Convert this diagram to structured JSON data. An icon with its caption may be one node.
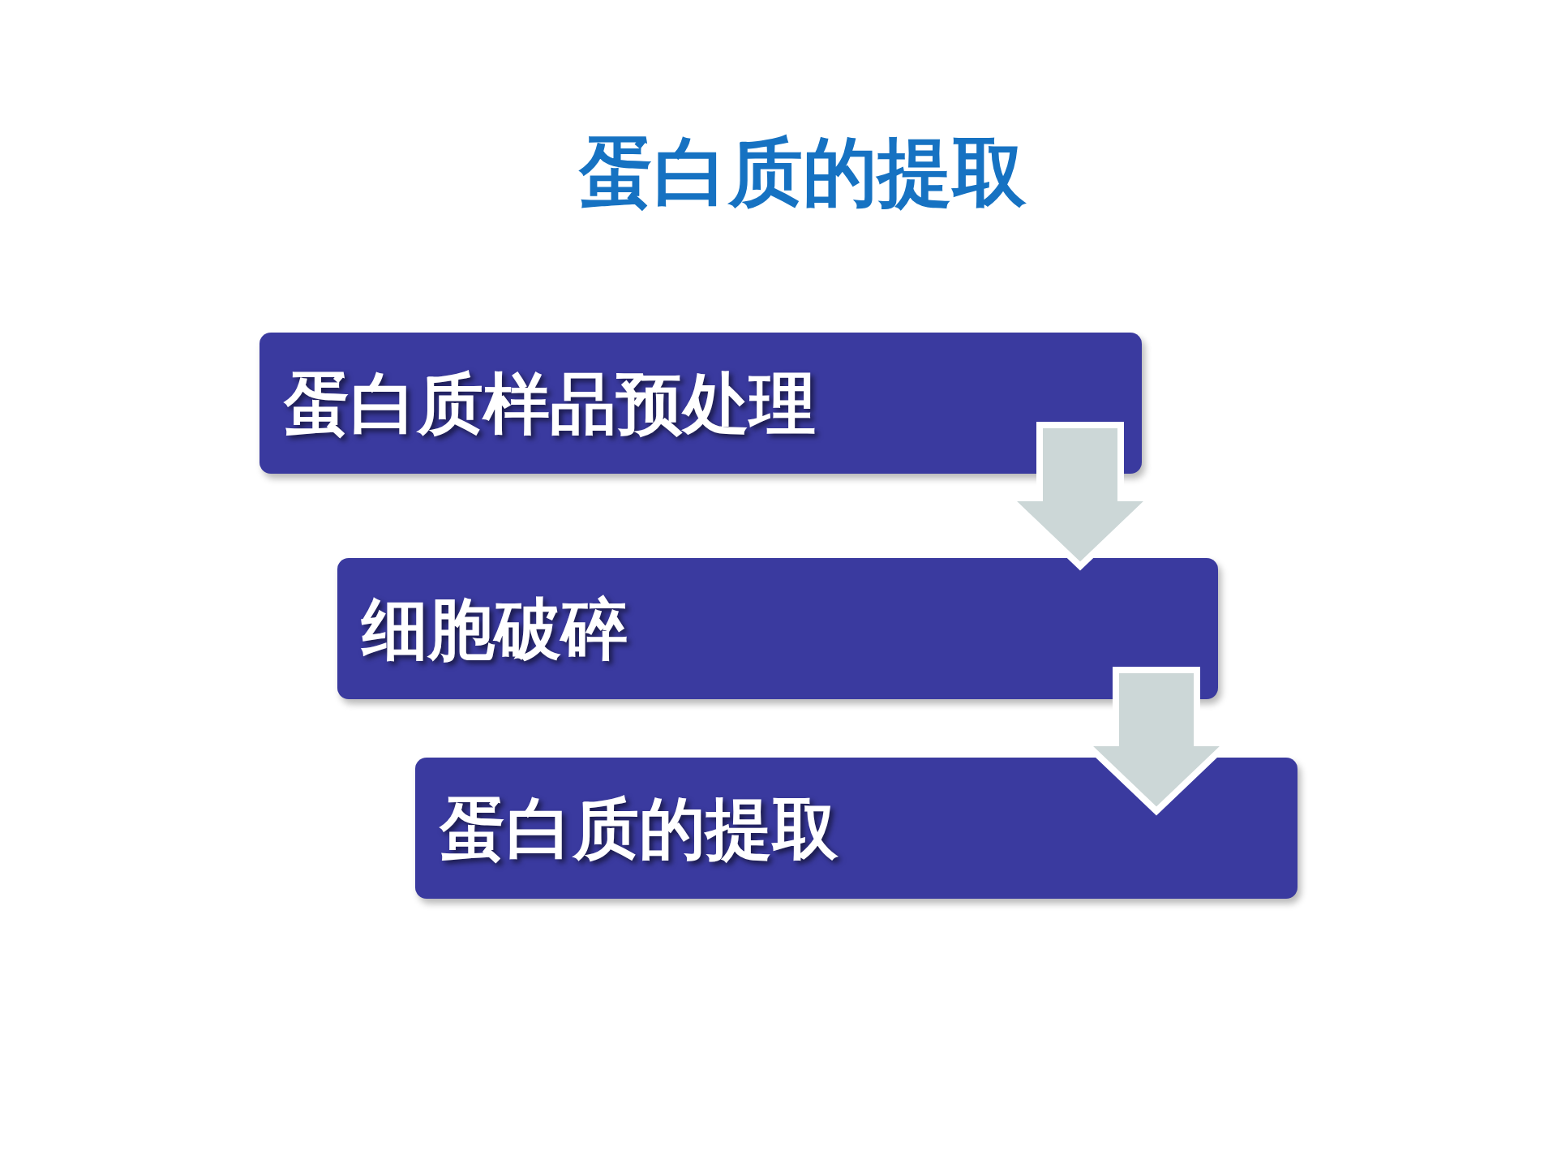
{
  "diagram": {
    "title": "蛋白质的提取",
    "nodes": [
      {
        "text": [
          "蛋白质样品预处理"
        ]
      },
      {
        "text": [
          "细胞破碎"
        ]
      },
      {
        "text": [
          "蛋白质的提取"
        ]
      }
    ],
    "edges": [
      {
        "from": 0,
        "to": 1,
        "arrow": "to"
      },
      {
        "from": 1,
        "to": 2,
        "arrow": "to"
      }
    ]
  }
}
